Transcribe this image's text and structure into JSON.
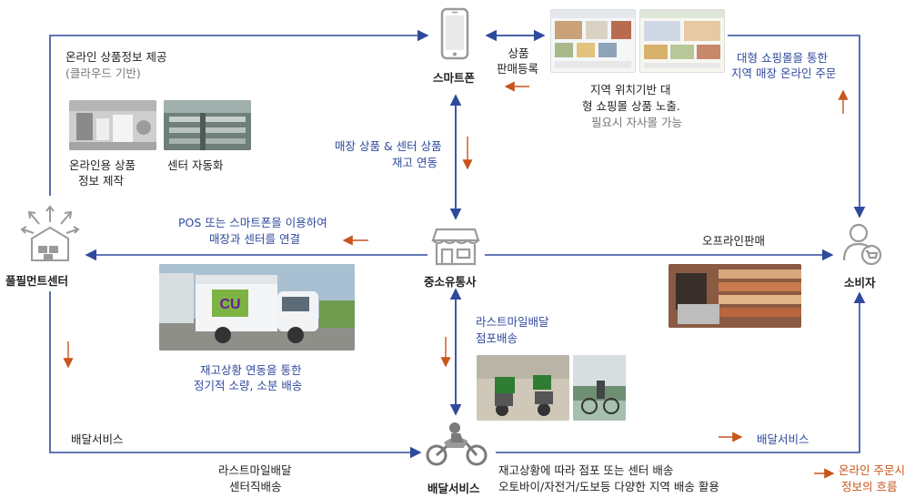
{
  "nodes": {
    "smartphone": "스마트폰",
    "retailer": "중소유통사",
    "fulfillment": "풀필먼트센터",
    "consumer": "소비자",
    "delivery": "배달서비스"
  },
  "labels": {
    "online_info_1": "온라인 상품정보 제공",
    "online_info_2": "(클라우드 기반)",
    "photo_caption_1a": "온라인용 상품",
    "photo_caption_1b": "정보 제작",
    "photo_caption_2": "센터 자동화",
    "product_reg_1": "상품",
    "product_reg_2": "판매등록",
    "mall_1": "지역 위치기반 대",
    "mall_2": "형 쇼핑몰 상품 노출.",
    "mall_3": "필요시 자사몰 가능",
    "large_mall_1": "대형 쇼핑몰을 통한",
    "large_mall_2": "지역 매장 온라인 주문",
    "stock_link_1": "매장 상품 & 센터 상품",
    "stock_link_2": "재고 연동",
    "pos_1": "POS 또는 스마트폰을 이용하여",
    "pos_2": "매장과 센터를 연결",
    "offline_sales": "오프라인판매",
    "lastmile_store_1": "라스트마일배달",
    "lastmile_store_2": "점포배송",
    "periodic_1": "재고상황 연동을 통한",
    "periodic_2": "정기적 소량, 소분 배송",
    "delivery_service_left": "배달서비스",
    "lastmile_center_1": "라스트마일배달",
    "lastmile_center_2": "센터직배송",
    "bottom_desc_1": "재고상황에 따라 점포 또는 센터 배송",
    "bottom_desc_2": "오토바이/자전거/도보등 다양한 지역  배송 활용",
    "delivery_service_right": "배달서비스",
    "legend_1": "온라인 주문시",
    "legend_2": "정보의 흐름",
    "truck_logo": "CU"
  },
  "colors": {
    "flow_line": "#2f4a9c",
    "info_arrow": "#c8551b",
    "icon_gray": "#9a9a9a"
  }
}
